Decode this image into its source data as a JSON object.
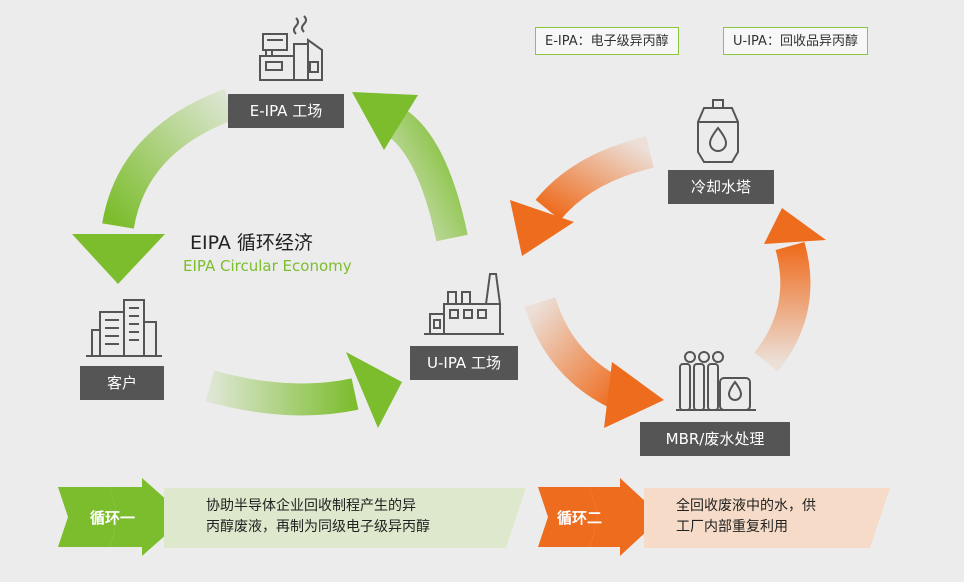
{
  "legend": {
    "eipa": "E-IPA：电子级异丙醇",
    "uipa": "U-IPA：回收品异丙醇"
  },
  "center": {
    "title": "EIPA 循环经济",
    "subtitle": "EIPA Circular Economy"
  },
  "nodes": {
    "eipa_factory": "E-IPA 工场",
    "customer": "客户",
    "uipa_factory": "U-IPA 工场",
    "cooling_tower": "冷却水塔",
    "mbr": "MBR/废水处理"
  },
  "loops": {
    "loop1": {
      "label": "循环一",
      "desc_line1": "协助半导体企业回收制程产生的异",
      "desc_line2": "丙醇废液，再制为同级电子级异丙醇"
    },
    "loop2": {
      "label": "循环二",
      "desc_line1": "全回收废液中的水，供",
      "desc_line2": "工厂内部重复利用"
    }
  },
  "colors": {
    "green": "#7cbd2d",
    "orange": "#ee6c1e",
    "dark_box": "#555555",
    "green_panel": "#dde8cc",
    "orange_panel": "#f6dcc8"
  }
}
